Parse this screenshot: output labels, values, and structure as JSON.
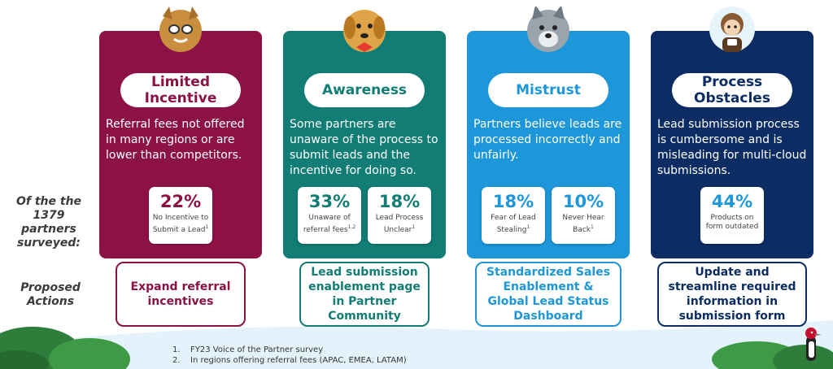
{
  "side_labels": {
    "surveyed_pre": "Of the",
    "surveyed_num": "1379",
    "surveyed_post": "partners surveyed",
    "surveyed_colon": ":",
    "actions": "Proposed Actions"
  },
  "cards": [
    {
      "title": "Limited Incentive",
      "description": "Referral fees not offered in many regions or are lower than competitors.",
      "color": "#8c1246",
      "mascot": "lynx-mascot",
      "stats": [
        {
          "value": "22%",
          "caption": "No Incentive to Submit a Lead",
          "note": "1"
        }
      ],
      "action": "Expand referral incentives"
    },
    {
      "title": "Awareness",
      "description": "Some partners are unaware of the process to submit leads and the incentive for doing so.",
      "color": "#117d74",
      "mascot": "golden-retriever-mascot",
      "stats": [
        {
          "value": "33%",
          "caption": "Unaware of referral fees",
          "note": "1,2"
        },
        {
          "value": "18%",
          "caption": "Lead Process Unclear",
          "note": "1"
        }
      ],
      "action": "Lead submission enablement page in Partner Community"
    },
    {
      "title": "Mistrust",
      "description": "Partners believe leads are processed incorrectly and unfairly.",
      "color": "#1d97da",
      "mascot": "wolf-mascot",
      "stats": [
        {
          "value": "18%",
          "caption": "Fear of Lead Stealing",
          "note": "1"
        },
        {
          "value": "10%",
          "caption": "Never Hear Back",
          "note": "1"
        }
      ],
      "action": "Standardized Sales Enablement & Global Lead Status Dashboard"
    },
    {
      "title": "Process Obstacles",
      "description": "Lead submission process is cumbersome and is misleading for multi-cloud submissions.",
      "color": "#0b2d64",
      "mascot": "astro-mascot",
      "stats": [
        {
          "value": "44%",
          "caption": "Products on form outdated",
          "note": ""
        }
      ],
      "action": "Update and streamline required information in submission form"
    }
  ],
  "footnotes": [
    {
      "num": "1.",
      "text": "FY23 Voice of the Partner survey"
    },
    {
      "num": "2.",
      "text": "In regions offering referral fees (APAC, EMEA, LATAM)"
    }
  ]
}
